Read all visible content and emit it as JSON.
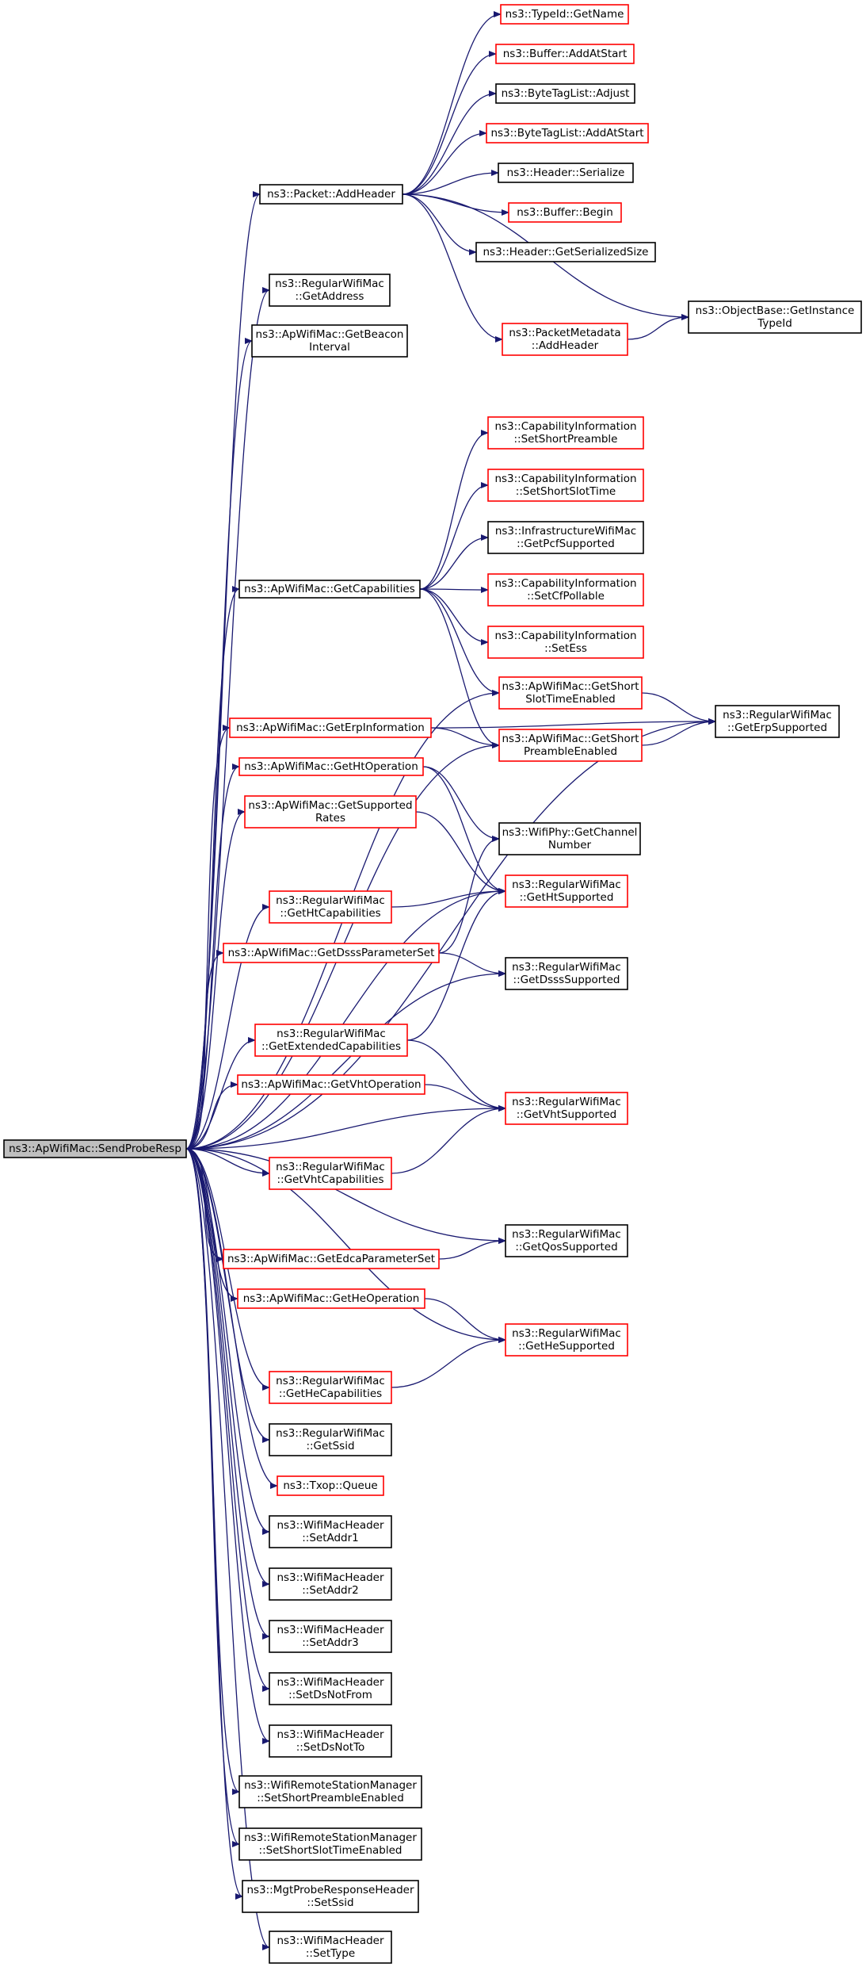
{
  "colors": {
    "edge": "#191970",
    "normal_border": "#000000",
    "undocumented_border": "#ff0000",
    "root_fill": "#bfbfbf",
    "background": "#ffffff"
  },
  "nodes": [
    {
      "id": "root",
      "lines": [
        "ns3::ApWifiMac::SendProbeResp"
      ],
      "style": "root"
    },
    {
      "id": "addheader",
      "lines": [
        "ns3::Packet::AddHeader"
      ],
      "style": "black"
    },
    {
      "id": "typeid_getname",
      "lines": [
        "ns3::TypeId::GetName"
      ],
      "style": "red"
    },
    {
      "id": "buffer_addatstart",
      "lines": [
        "ns3::Buffer::AddAtStart"
      ],
      "style": "red"
    },
    {
      "id": "bytetag_adjust",
      "lines": [
        "ns3::ByteTagList::Adjust"
      ],
      "style": "black"
    },
    {
      "id": "bytetag_addatstart",
      "lines": [
        "ns3::ByteTagList::AddAtStart"
      ],
      "style": "red"
    },
    {
      "id": "header_serialize",
      "lines": [
        "ns3::Header::Serialize"
      ],
      "style": "black"
    },
    {
      "id": "buffer_begin",
      "lines": [
        "ns3::Buffer::Begin"
      ],
      "style": "red"
    },
    {
      "id": "header_getsersize",
      "lines": [
        "ns3::Header::GetSerializedSize"
      ],
      "style": "black"
    },
    {
      "id": "objbase_getinst",
      "lines": [
        "ns3::ObjectBase::GetInstance",
        "TypeId"
      ],
      "style": "black"
    },
    {
      "id": "pktmeta_addheader",
      "lines": [
        "ns3::PacketMetadata",
        "::AddHeader"
      ],
      "style": "red"
    },
    {
      "id": "rwm_getaddress",
      "lines": [
        "ns3::RegularWifiMac",
        "::GetAddress"
      ],
      "style": "black"
    },
    {
      "id": "ap_getbeacon",
      "lines": [
        "ns3::ApWifiMac::GetBeacon",
        "Interval"
      ],
      "style": "black"
    },
    {
      "id": "cap_setshortpre",
      "lines": [
        "ns3::CapabilityInformation",
        "::SetShortPreamble"
      ],
      "style": "red"
    },
    {
      "id": "cap_setshortslot",
      "lines": [
        "ns3::CapabilityInformation",
        "::SetShortSlotTime"
      ],
      "style": "red"
    },
    {
      "id": "infra_getpcf",
      "lines": [
        "ns3::InfrastructureWifiMac",
        "::GetPcfSupported"
      ],
      "style": "black"
    },
    {
      "id": "ap_getcap",
      "lines": [
        "ns3::ApWifiMac::GetCapabilities"
      ],
      "style": "black"
    },
    {
      "id": "cap_setcfpoll",
      "lines": [
        "ns3::CapabilityInformation",
        "::SetCfPollable"
      ],
      "style": "red"
    },
    {
      "id": "cap_setess",
      "lines": [
        "ns3::CapabilityInformation",
        "::SetEss"
      ],
      "style": "red"
    },
    {
      "id": "ap_getshortslot",
      "lines": [
        "ns3::ApWifiMac::GetShort",
        "SlotTimeEnabled"
      ],
      "style": "red"
    },
    {
      "id": "rwm_geterp",
      "lines": [
        "ns3::RegularWifiMac",
        "::GetErpSupported"
      ],
      "style": "black"
    },
    {
      "id": "ap_geterpinfo",
      "lines": [
        "ns3::ApWifiMac::GetErpInformation"
      ],
      "style": "red"
    },
    {
      "id": "ap_getshortpre",
      "lines": [
        "ns3::ApWifiMac::GetShort",
        "PreambleEnabled"
      ],
      "style": "red"
    },
    {
      "id": "ap_gethtop",
      "lines": [
        "ns3::ApWifiMac::GetHtOperation"
      ],
      "style": "red"
    },
    {
      "id": "ap_getsuprates",
      "lines": [
        "ns3::ApWifiMac::GetSupported",
        "Rates"
      ],
      "style": "red"
    },
    {
      "id": "phy_getchannel",
      "lines": [
        "ns3::WifiPhy::GetChannel",
        "Number"
      ],
      "style": "black"
    },
    {
      "id": "rwm_gethtcap",
      "lines": [
        "ns3::RegularWifiMac",
        "::GetHtCapabilities"
      ],
      "style": "red"
    },
    {
      "id": "rwm_gethtsup",
      "lines": [
        "ns3::RegularWifiMac",
        "::GetHtSupported"
      ],
      "style": "red"
    },
    {
      "id": "ap_getdsss",
      "lines": [
        "ns3::ApWifiMac::GetDsssParameterSet"
      ],
      "style": "red"
    },
    {
      "id": "rwm_getdsss",
      "lines": [
        "ns3::RegularWifiMac",
        "::GetDsssSupported"
      ],
      "style": "black"
    },
    {
      "id": "rwm_getextcap",
      "lines": [
        "ns3::RegularWifiMac",
        "::GetExtendedCapabilities"
      ],
      "style": "red"
    },
    {
      "id": "ap_getvhtop",
      "lines": [
        "ns3::ApWifiMac::GetVhtOperation"
      ],
      "style": "red"
    },
    {
      "id": "rwm_getvhtsup",
      "lines": [
        "ns3::RegularWifiMac",
        "::GetVhtSupported"
      ],
      "style": "red"
    },
    {
      "id": "rwm_getvhtcap",
      "lines": [
        "ns3::RegularWifiMac",
        "::GetVhtCapabilities"
      ],
      "style": "red"
    },
    {
      "id": "rwm_getqos",
      "lines": [
        "ns3::RegularWifiMac",
        "::GetQosSupported"
      ],
      "style": "black"
    },
    {
      "id": "ap_getedca",
      "lines": [
        "ns3::ApWifiMac::GetEdcaParameterSet"
      ],
      "style": "red"
    },
    {
      "id": "ap_getheop",
      "lines": [
        "ns3::ApWifiMac::GetHeOperation"
      ],
      "style": "red"
    },
    {
      "id": "rwm_gethesup",
      "lines": [
        "ns3::RegularWifiMac",
        "::GetHeSupported"
      ],
      "style": "red"
    },
    {
      "id": "rwm_gethecap",
      "lines": [
        "ns3::RegularWifiMac",
        "::GetHeCapabilities"
      ],
      "style": "red"
    },
    {
      "id": "rwm_getssid",
      "lines": [
        "ns3::RegularWifiMac",
        "::GetSsid"
      ],
      "style": "black"
    },
    {
      "id": "txop_queue",
      "lines": [
        "ns3::Txop::Queue"
      ],
      "style": "red"
    },
    {
      "id": "hdr_setaddr1",
      "lines": [
        "ns3::WifiMacHeader",
        "::SetAddr1"
      ],
      "style": "black"
    },
    {
      "id": "hdr_setaddr2",
      "lines": [
        "ns3::WifiMacHeader",
        "::SetAddr2"
      ],
      "style": "black"
    },
    {
      "id": "hdr_setaddr3",
      "lines": [
        "ns3::WifiMacHeader",
        "::SetAddr3"
      ],
      "style": "black"
    },
    {
      "id": "hdr_setdsnotfrom",
      "lines": [
        "ns3::WifiMacHeader",
        "::SetDsNotFrom"
      ],
      "style": "black"
    },
    {
      "id": "hdr_setdsnotto",
      "lines": [
        "ns3::WifiMacHeader",
        "::SetDsNotTo"
      ],
      "style": "black"
    },
    {
      "id": "rsm_setshortpre",
      "lines": [
        "ns3::WifiRemoteStationManager",
        "::SetShortPreambleEnabled"
      ],
      "style": "black"
    },
    {
      "id": "rsm_setshortslot",
      "lines": [
        "ns3::WifiRemoteStationManager",
        "::SetShortSlotTimeEnabled"
      ],
      "style": "black"
    },
    {
      "id": "probe_setssid",
      "lines": [
        "ns3::MgtProbeResponseHeader",
        "::SetSsid"
      ],
      "style": "black"
    },
    {
      "id": "hdr_settype",
      "lines": [
        "ns3::WifiMacHeader",
        "::SetType"
      ],
      "style": "black"
    }
  ],
  "edges": [
    [
      "root",
      "addheader"
    ],
    [
      "root",
      "rwm_getaddress"
    ],
    [
      "root",
      "ap_getbeacon"
    ],
    [
      "root",
      "ap_getcap"
    ],
    [
      "root",
      "rwm_geterp"
    ],
    [
      "root",
      "ap_getshortslot"
    ],
    [
      "root",
      "ap_getshortpre"
    ],
    [
      "root",
      "ap_geterpinfo"
    ],
    [
      "root",
      "ap_gethtop"
    ],
    [
      "root",
      "ap_getsuprates"
    ],
    [
      "root",
      "rwm_gethtsup"
    ],
    [
      "root",
      "rwm_gethtcap"
    ],
    [
      "root",
      "ap_getdsss"
    ],
    [
      "root",
      "rwm_getdsss"
    ],
    [
      "root",
      "rwm_getextcap"
    ],
    [
      "root",
      "ap_getvhtop"
    ],
    [
      "root",
      "rwm_getvhtsup"
    ],
    [
      "root",
      "rwm_getvhtcap"
    ],
    [
      "root",
      "rwm_getqos"
    ],
    [
      "root",
      "ap_getedca"
    ],
    [
      "root",
      "ap_getheop"
    ],
    [
      "root",
      "rwm_gethesup"
    ],
    [
      "root",
      "rwm_gethecap"
    ],
    [
      "root",
      "rwm_getssid"
    ],
    [
      "root",
      "txop_queue"
    ],
    [
      "root",
      "hdr_setaddr1"
    ],
    [
      "root",
      "hdr_setaddr2"
    ],
    [
      "root",
      "hdr_setaddr3"
    ],
    [
      "root",
      "hdr_setdsnotfrom"
    ],
    [
      "root",
      "hdr_setdsnotto"
    ],
    [
      "root",
      "rsm_setshortpre"
    ],
    [
      "root",
      "rsm_setshortslot"
    ],
    [
      "root",
      "probe_setssid"
    ],
    [
      "root",
      "hdr_settype"
    ],
    [
      "addheader",
      "typeid_getname"
    ],
    [
      "addheader",
      "buffer_addatstart"
    ],
    [
      "addheader",
      "bytetag_adjust"
    ],
    [
      "addheader",
      "bytetag_addatstart"
    ],
    [
      "addheader",
      "header_serialize"
    ],
    [
      "addheader",
      "buffer_begin"
    ],
    [
      "addheader",
      "header_getsersize"
    ],
    [
      "addheader",
      "objbase_getinst"
    ],
    [
      "addheader",
      "pktmeta_addheader"
    ],
    [
      "pktmeta_addheader",
      "objbase_getinst"
    ],
    [
      "ap_getcap",
      "cap_setshortpre"
    ],
    [
      "ap_getcap",
      "cap_setshortslot"
    ],
    [
      "ap_getcap",
      "infra_getpcf"
    ],
    [
      "ap_getcap",
      "cap_setcfpoll"
    ],
    [
      "ap_getcap",
      "cap_setess"
    ],
    [
      "ap_getcap",
      "ap_getshortslot"
    ],
    [
      "ap_getcap",
      "ap_getshortpre"
    ],
    [
      "ap_getshortslot",
      "rwm_geterp"
    ],
    [
      "ap_getshortpre",
      "rwm_geterp"
    ],
    [
      "ap_geterpinfo",
      "ap_getshortpre"
    ],
    [
      "ap_geterpinfo",
      "rwm_geterp"
    ],
    [
      "ap_gethtop",
      "phy_getchannel"
    ],
    [
      "ap_gethtop",
      "rwm_gethtsup"
    ],
    [
      "ap_getsuprates",
      "rwm_gethtsup"
    ],
    [
      "rwm_gethtcap",
      "rwm_gethtsup"
    ],
    [
      "ap_getdsss",
      "phy_getchannel"
    ],
    [
      "ap_getdsss",
      "rwm_getdsss"
    ],
    [
      "rwm_getextcap",
      "rwm_gethtsup"
    ],
    [
      "rwm_getextcap",
      "rwm_getvhtsup"
    ],
    [
      "ap_getvhtop",
      "rwm_getvhtsup"
    ],
    [
      "rwm_getvhtcap",
      "rwm_getvhtsup"
    ],
    [
      "ap_getedca",
      "rwm_getqos"
    ],
    [
      "ap_getheop",
      "rwm_gethesup"
    ],
    [
      "rwm_gethecap",
      "rwm_gethesup"
    ]
  ]
}
